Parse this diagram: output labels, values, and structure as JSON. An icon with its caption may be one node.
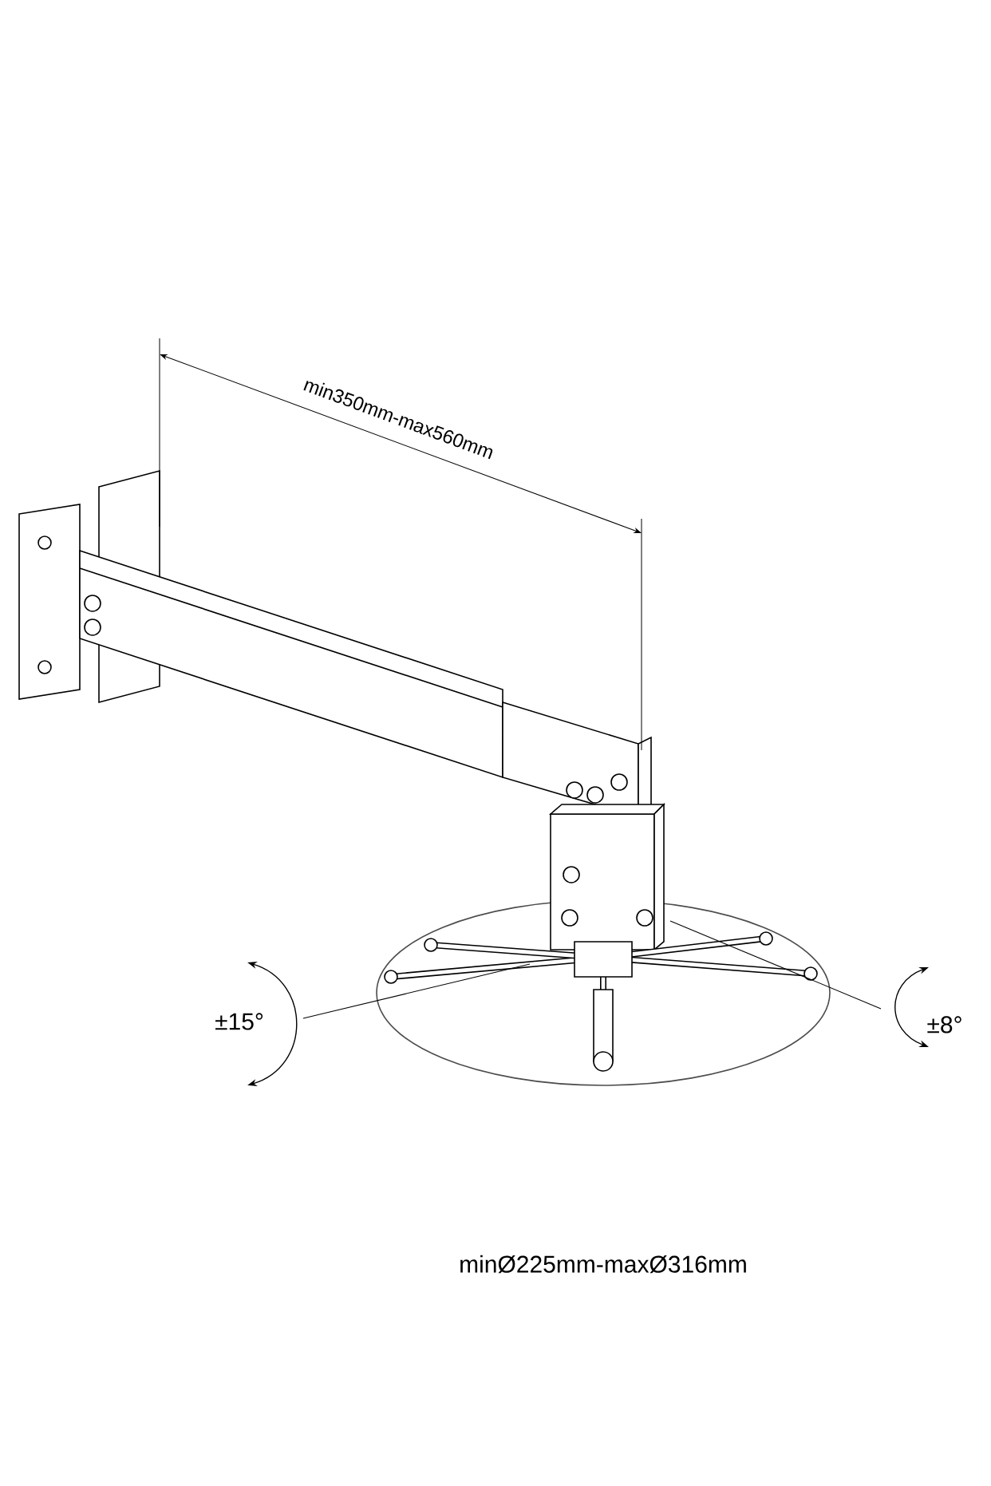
{
  "diagram": {
    "labels": [
      "min350mm-max560mm",
      "±15°",
      "±8°",
      "minØ225mm-maxØ316mm"
    ]
  }
}
